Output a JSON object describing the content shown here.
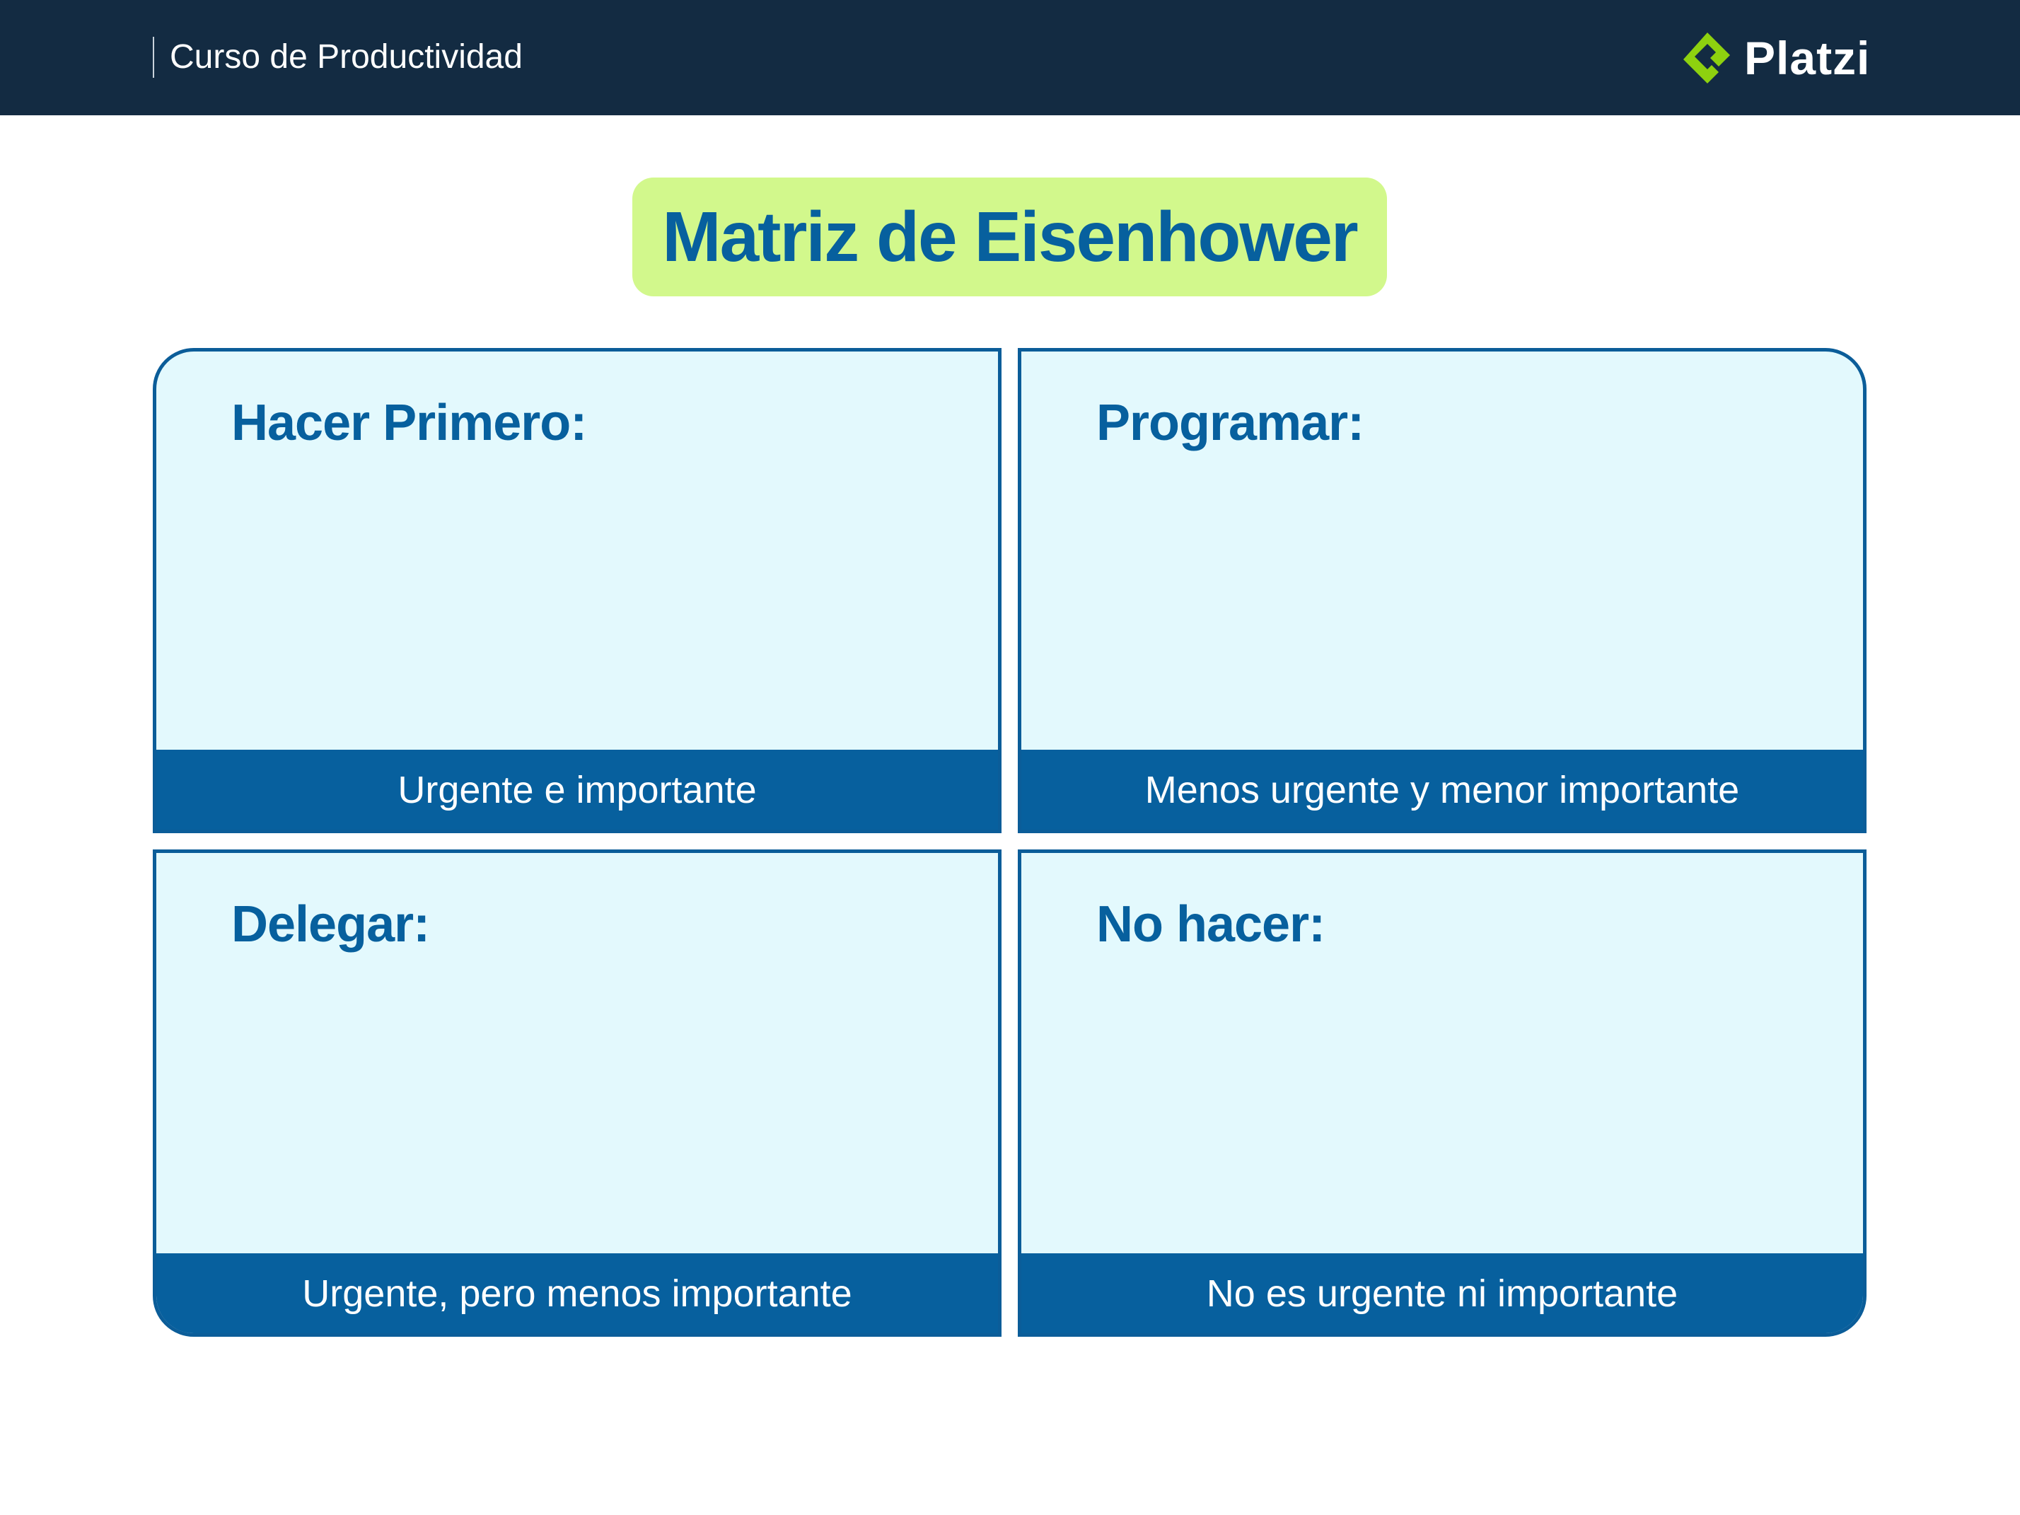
{
  "header": {
    "course_title": "Curso de Productividad",
    "logo_text": "Platzi",
    "logo_icon": "platzi-logo-icon",
    "background_color": "#132b42",
    "logo_color": "#8ed10f"
  },
  "title": {
    "text": "Matriz de Eisenhower",
    "background_color": "#d2f88c",
    "text_color": "#07609e"
  },
  "matrix": {
    "quadrants": [
      {
        "heading": "Hacer Primero:",
        "footer": "Urgente e importante"
      },
      {
        "heading": "Programar:",
        "footer": "Menos urgente y menor importante"
      },
      {
        "heading": "Delegar:",
        "footer": "Urgente, pero menos importante"
      },
      {
        "heading": "No hacer:",
        "footer": "No es urgente ni importante"
      }
    ],
    "fill_color": "#e3f9fd",
    "border_color": "#0b5d99",
    "footer_color": "#07609e"
  }
}
